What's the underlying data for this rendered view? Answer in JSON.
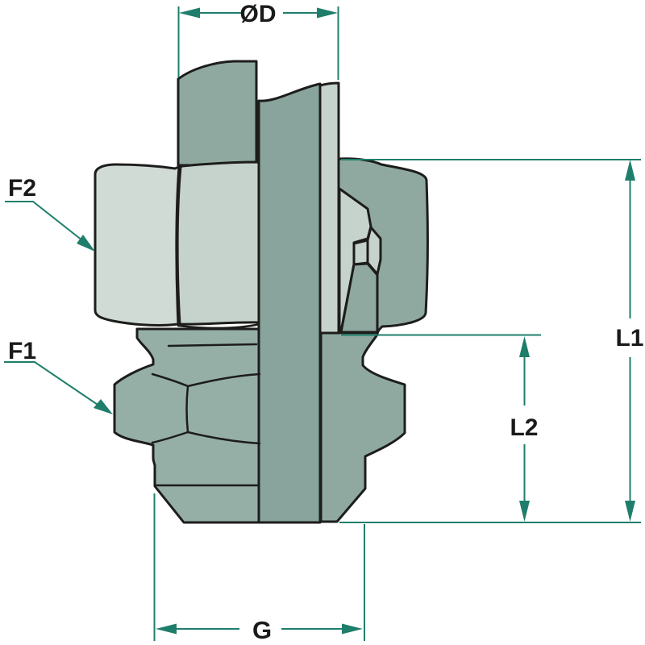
{
  "figure": {
    "title": "Tube fitting sectional technical drawing",
    "type": "technical-drawing",
    "description": "Cross-section of a union fitting with upper union nut, cutting ring cone and lower hex stud body, annotated with dimension callouts.",
    "dimension_labels": {
      "od": "ØD",
      "f2": "F2",
      "f1": "F1",
      "l1": "L1",
      "l2": "L2",
      "g": "G"
    },
    "colors": {
      "dimension": "#1f7e6b",
      "outline": "#1d1d1b",
      "label_text": "#1a1a1a",
      "body_light": "#d1dbd5",
      "body_light2": "#c6d2cc",
      "body_medium": "#8fa9a1",
      "body_medium2": "#89a49c",
      "body_medium3": "#95afa7",
      "background": "#ffffff"
    }
  }
}
